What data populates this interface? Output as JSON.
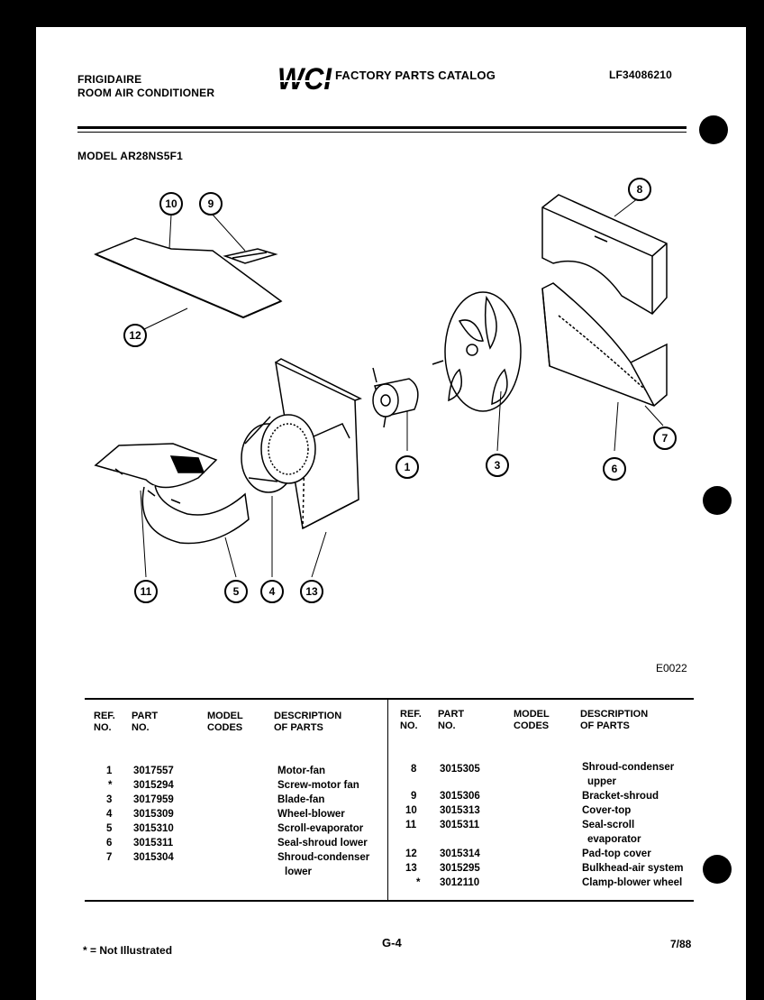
{
  "header": {
    "brand": "FRIGIDAIRE",
    "product": "ROOM AIR CONDITIONER",
    "logo_text": "WCI",
    "catalog_title": "FACTORY PARTS CATALOG",
    "catalog_number": "LF34086210",
    "model_label": "MODEL AR28NS5F1"
  },
  "diagram": {
    "callouts": [
      "10",
      "9",
      "12",
      "8",
      "1",
      "3",
      "6",
      "7",
      "11",
      "5",
      "4",
      "13"
    ],
    "figure_code": "E0022"
  },
  "table": {
    "headers": {
      "ref_line1": "REF.",
      "ref_line2": "NO.",
      "part_line1": "PART",
      "part_line2": "NO.",
      "model_line1": "MODEL",
      "model_line2": "CODES",
      "desc_line1": "DESCRIPTION",
      "desc_line2": "OF PARTS"
    },
    "left_rows": [
      {
        "ref": "1",
        "part": "3017557",
        "desc": "Motor-fan"
      },
      {
        "ref": "*",
        "part": "3015294",
        "desc": "Screw-motor fan"
      },
      {
        "ref": "3",
        "part": "3017959",
        "desc": "Blade-fan"
      },
      {
        "ref": "4",
        "part": "3015309",
        "desc": "Wheel-blower"
      },
      {
        "ref": "5",
        "part": "3015310",
        "desc": "Scroll-evaporator"
      },
      {
        "ref": "6",
        "part": "3015311",
        "desc": "Seal-shroud lower"
      },
      {
        "ref": "7",
        "part": "3015304",
        "desc": "Shroud-condenser"
      },
      {
        "ref": "",
        "part": "",
        "desc": "lower"
      }
    ],
    "right_rows": [
      {
        "ref": "8",
        "part": "3015305",
        "desc": "Shroud-condenser"
      },
      {
        "ref": "",
        "part": "",
        "desc": "upper"
      },
      {
        "ref": "9",
        "part": "3015306",
        "desc": "Bracket-shroud"
      },
      {
        "ref": "10",
        "part": "3015313",
        "desc": "Cover-top"
      },
      {
        "ref": "11",
        "part": "3015311",
        "desc": "Seal-scroll"
      },
      {
        "ref": "",
        "part": "",
        "desc": "evaporator"
      },
      {
        "ref": "12",
        "part": "3015314",
        "desc": "Pad-top cover"
      },
      {
        "ref": "13",
        "part": "3015295",
        "desc": "Bulkhead-air system"
      },
      {
        "ref": "*",
        "part": "3012110",
        "desc": "Clamp-blower wheel"
      }
    ]
  },
  "footer": {
    "legend": "* = Not Illustrated",
    "page_number": "G-4",
    "date": "7/88"
  }
}
